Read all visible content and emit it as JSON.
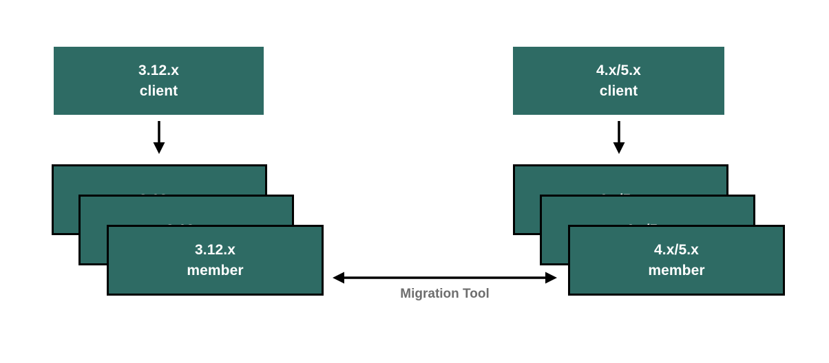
{
  "diagram": {
    "type": "migration-topology",
    "background_color": "#ffffff",
    "node_color": "#2e6b64",
    "node_text_color": "#ffffff",
    "border_color": "#000000",
    "arrow_color": "#000000",
    "label_color": "#6e6e6e",
    "left_cluster": {
      "client": {
        "line1": "3.12.x",
        "line2": "client"
      },
      "members": [
        {
          "line1": "3.12.x",
          "line2": ""
        },
        {
          "line1": "3.12.x",
          "line2": ""
        },
        {
          "line1": "3.12.x",
          "line2": "member"
        }
      ]
    },
    "right_cluster": {
      "client": {
        "line1": "4.x/5.x",
        "line2": "client"
      },
      "members": [
        {
          "line1": "4.x/5.x",
          "line2": ""
        },
        {
          "line1": "4.x/5.x",
          "line2": ""
        },
        {
          "line1": "4.x/5.x",
          "line2": "member"
        }
      ]
    },
    "connector": {
      "label": "Migration Tool",
      "direction": "bidirectional"
    }
  }
}
